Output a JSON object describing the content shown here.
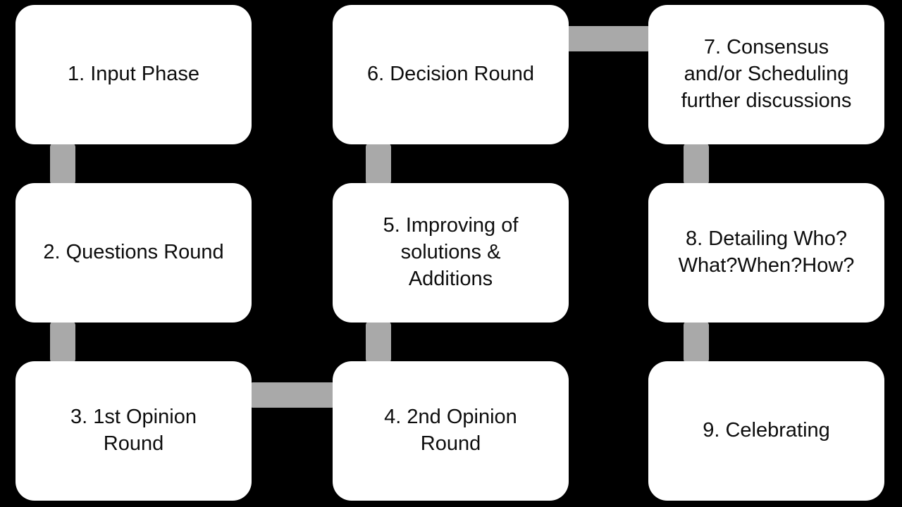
{
  "colors": {
    "background": "#000000",
    "box_fill": "#ffffff",
    "box_text": "#0d0d0d",
    "connector": "#a9a9a9"
  },
  "boxes": [
    {
      "id": 1,
      "label": "1. Input Phase",
      "col": 0,
      "row": 0
    },
    {
      "id": 2,
      "label": "2. Questions Round",
      "col": 0,
      "row": 1
    },
    {
      "id": 3,
      "label": "3. 1st Opinion\nRound",
      "col": 0,
      "row": 2
    },
    {
      "id": 4,
      "label": "4. 2nd Opinion\nRound",
      "col": 1,
      "row": 2
    },
    {
      "id": 5,
      "label": "5. Improving of\nsolutions &\nAdditions",
      "col": 1,
      "row": 1
    },
    {
      "id": 6,
      "label": "6. Decision Round",
      "col": 1,
      "row": 0
    },
    {
      "id": 7,
      "label": "7. Consensus\nand/or Scheduling\nfurther discussions",
      "col": 2,
      "row": 0
    },
    {
      "id": 8,
      "label": "8. Detailing Who?\nWhat?When?How?",
      "col": 2,
      "row": 1
    },
    {
      "id": 9,
      "label": "9. Celebrating",
      "col": 2,
      "row": 2
    }
  ],
  "connectors": [
    {
      "from": 1,
      "to": 2,
      "orientation": "vertical"
    },
    {
      "from": 2,
      "to": 3,
      "orientation": "vertical"
    },
    {
      "from": 3,
      "to": 4,
      "orientation": "horizontal"
    },
    {
      "from": 4,
      "to": 5,
      "orientation": "vertical"
    },
    {
      "from": 5,
      "to": 6,
      "orientation": "vertical"
    },
    {
      "from": 6,
      "to": 7,
      "orientation": "horizontal"
    },
    {
      "from": 7,
      "to": 8,
      "orientation": "vertical"
    },
    {
      "from": 8,
      "to": 9,
      "orientation": "vertical"
    }
  ]
}
